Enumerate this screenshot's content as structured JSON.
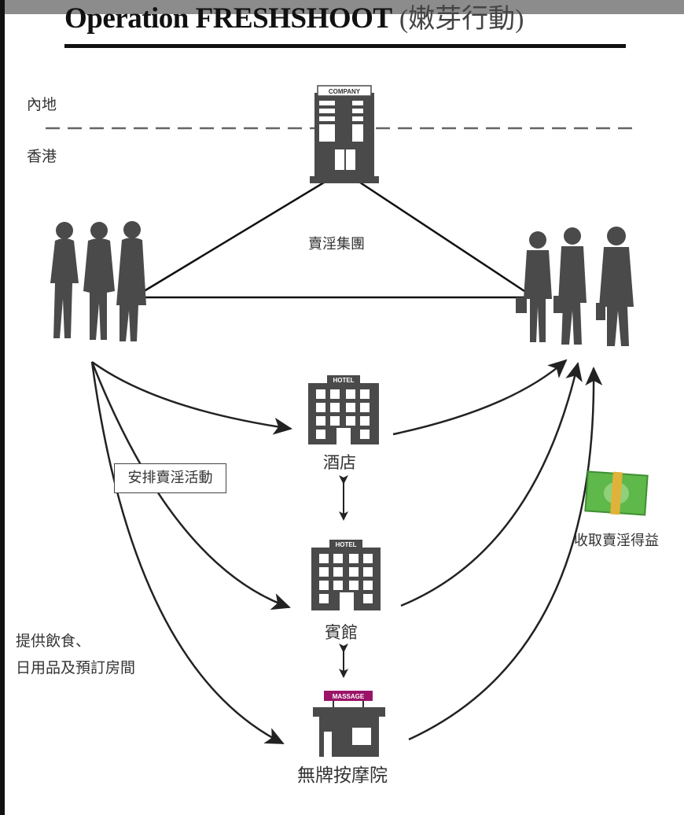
{
  "title": {
    "english": "Operation FRESHSHOOT",
    "chinese": "(嫩芽行動)"
  },
  "regions": {
    "mainland": "內地",
    "hong_kong": "香港"
  },
  "nodes": {
    "company": {
      "label": "賣淫集團",
      "sign": "COMPANY"
    },
    "hotel": {
      "label": "酒店",
      "sign": "HOTEL"
    },
    "guesthouse": {
      "label": "賓館",
      "sign": "HOTEL"
    },
    "massage": {
      "label": "無牌按摩院",
      "sign": "MASSAGE"
    }
  },
  "edges": {
    "arrange": "安排賣淫活動",
    "provide_line1": "提供飲食、",
    "provide_line2": "日用品及預訂房間",
    "proceeds": "收取賣淫得益"
  },
  "colors": {
    "icon": "#4a4a4a",
    "massage_sign": "#9b1468",
    "money": "#5fb84a"
  }
}
